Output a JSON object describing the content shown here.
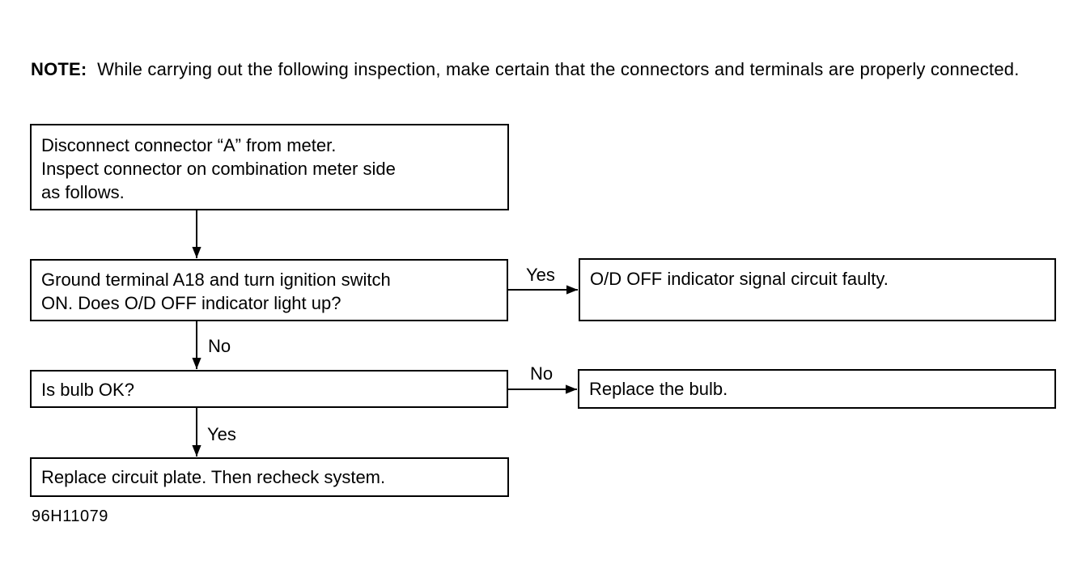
{
  "note": {
    "label": "NOTE:",
    "text": "While carrying out the following inspection, make certain that the connectors and terminals are properly connected."
  },
  "boxes": {
    "disconnect": [
      "Disconnect connector “A” from meter.",
      "Inspect connector on combination meter side",
      "as follows."
    ],
    "ground_terminal": [
      "Ground terminal A18 and turn ignition switch",
      "ON. Does O/D OFF indicator light up?"
    ],
    "signal_faulty": [
      "O/D OFF indicator signal circuit faulty."
    ],
    "bulb_ok": [
      "Is bulb OK?"
    ],
    "replace_bulb": [
      "Replace the bulb."
    ],
    "replace_plate": [
      "Replace circuit plate. Then recheck system."
    ]
  },
  "labels": {
    "yes1": "Yes",
    "no1": "No",
    "no2": "No",
    "yes2": "Yes"
  },
  "figure_code": "96H11079"
}
